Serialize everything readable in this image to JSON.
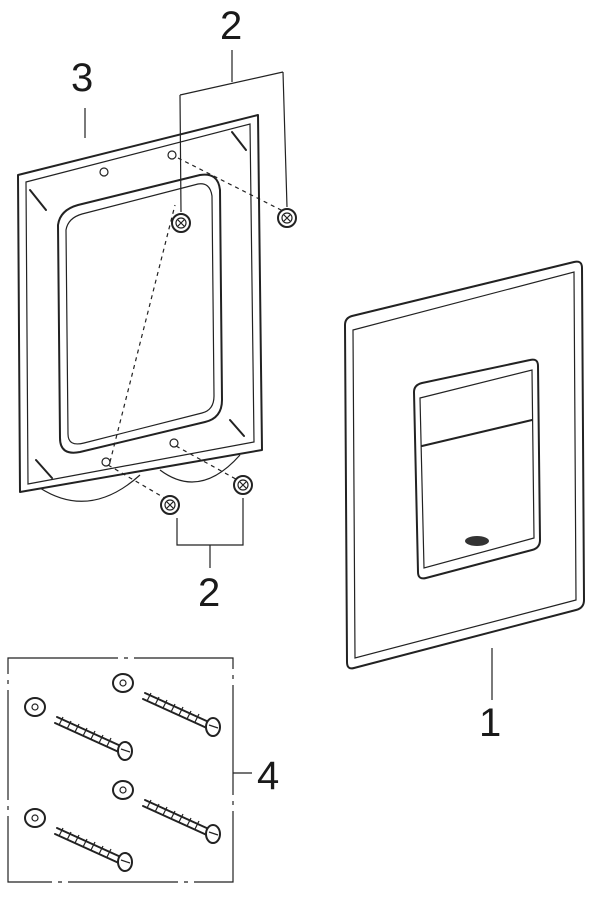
{
  "diagram": {
    "type": "exploded parts diagram",
    "callouts": [
      {
        "id": "part-1",
        "label": "1"
      },
      {
        "id": "part-2-top",
        "label": "2"
      },
      {
        "id": "part-2-bottom",
        "label": "2"
      },
      {
        "id": "part-3",
        "label": "3"
      },
      {
        "id": "part-4",
        "label": "4"
      }
    ],
    "colors": {
      "line": "#222222",
      "background": "#ffffff"
    }
  }
}
